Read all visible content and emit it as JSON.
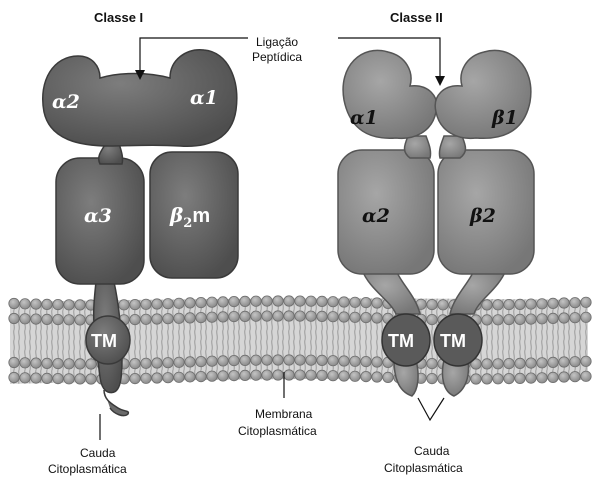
{
  "titles": {
    "class_i": "Classe I",
    "class_ii": "Classe II"
  },
  "peptide_binding": {
    "line1": "Ligação",
    "line2": "Peptídica"
  },
  "class_i": {
    "alpha2": "α2",
    "alpha1": "α1",
    "alpha3": "α3",
    "beta2m_base": "β",
    "beta2m_sub": "2",
    "beta2m_suffix": "m",
    "tm": "TM"
  },
  "class_ii": {
    "alpha1": "α1",
    "beta1": "β1",
    "alpha2": "α2",
    "beta2": "β2",
    "tm_left": "TM",
    "tm_right": "TM"
  },
  "membrane": {
    "line1": "Membrana",
    "line2": "Citoplasmática"
  },
  "tail_left": {
    "line1": "Cauda",
    "line2": "Citoplasmática"
  },
  "tail_right": {
    "line1": "Cauda",
    "line2": "Citoplasmática"
  },
  "colors": {
    "class_i_fill": "#6a6a6a",
    "class_i_dark": "#4f4f4f",
    "class_ii_fill": "#8f8f8f",
    "membrane_head": "#a4a4a4",
    "membrane_tail": "#c8c8c8"
  }
}
